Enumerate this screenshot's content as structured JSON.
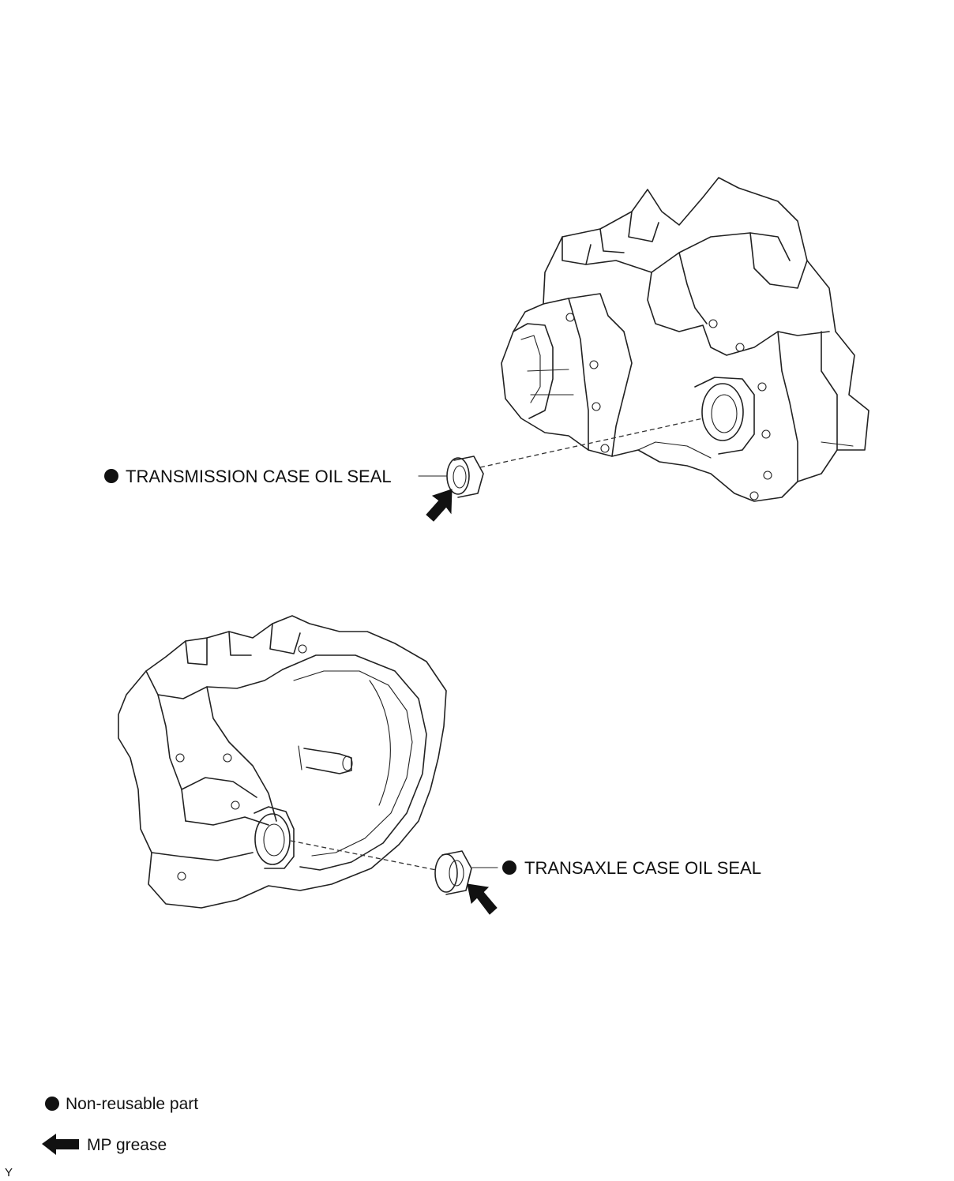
{
  "callouts": {
    "transmission_case_oil_seal": "TRANSMISSION CASE OIL SEAL",
    "transaxle_case_oil_seal": "TRANSAXLE CASE OIL SEAL"
  },
  "legend": {
    "non_reusable_part": "Non-reusable part",
    "mp_grease": "MP grease"
  },
  "figure_code": "Y",
  "colors": {
    "ink": "#111111",
    "background": "#ffffff"
  }
}
